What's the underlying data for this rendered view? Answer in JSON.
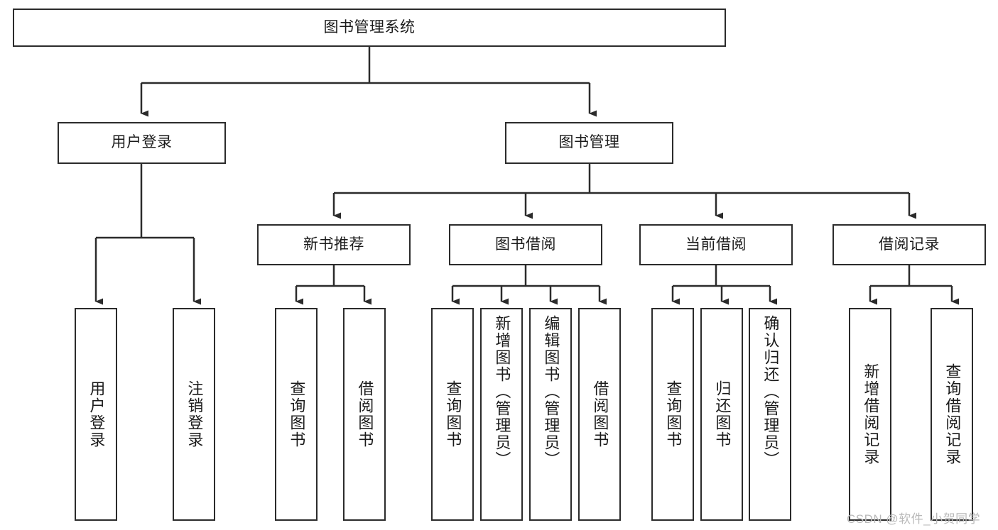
{
  "diagram": {
    "title": "图书管理系统",
    "type": "tree-hierarchy",
    "watermark": "CSDN @软件_小贺同学",
    "colors": {
      "stroke": "#2b2b2b",
      "fill": "#ffffff",
      "text": "#1b1b1b",
      "watermark": "#b9b9b9"
    },
    "root": {
      "label": "图书管理系统"
    },
    "level2": [
      {
        "label": "用户登录"
      },
      {
        "label": "图书管理"
      }
    ],
    "level3": [
      {
        "label": "新书推荐"
      },
      {
        "label": "图书借阅"
      },
      {
        "label": "当前借阅"
      },
      {
        "label": "借阅记录"
      }
    ],
    "leaves": {
      "user_login": [
        {
          "label": "用户登录"
        },
        {
          "label": "注销登录"
        }
      ],
      "new_book_recommend": [
        {
          "label": "查询图书"
        },
        {
          "label": "借阅图书"
        }
      ],
      "book_borrow": [
        {
          "label": "查询图书"
        },
        {
          "label": "新增图书（管理员）"
        },
        {
          "label": "编辑图书（管理员）"
        },
        {
          "label": "借阅图书"
        }
      ],
      "current_borrow": [
        {
          "label": "查询图书"
        },
        {
          "label": "归还图书"
        },
        {
          "label": "确认归还（管理员）"
        }
      ],
      "borrow_record": [
        {
          "label": "新增借阅记录"
        },
        {
          "label": "查询借阅记录"
        }
      ]
    }
  }
}
